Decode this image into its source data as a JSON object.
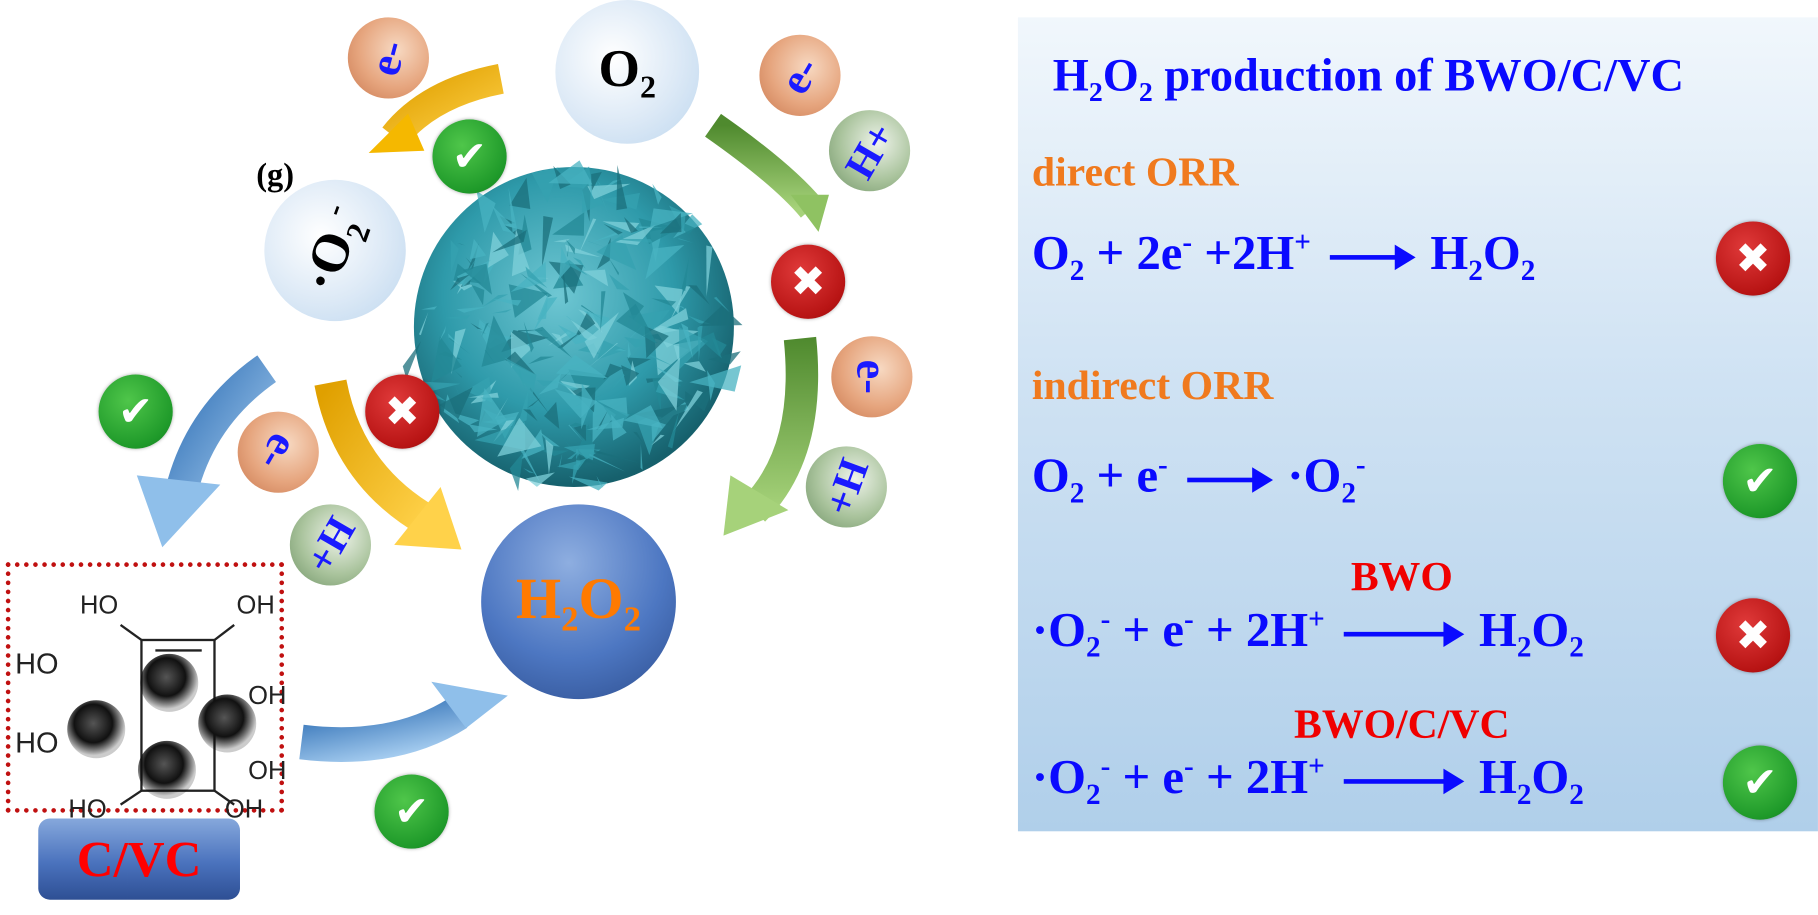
{
  "diagram": {
    "panel_label": "(g)",
    "o2_bubble": [
      [
        "O",
        ""
      ],
      [
        "2",
        "sub"
      ]
    ],
    "superoxide_bubble": [
      [
        "·O",
        ""
      ],
      [
        "2",
        "sub"
      ],
      [
        "-",
        "sup"
      ]
    ],
    "h2o2_bubble": [
      [
        "H",
        ""
      ],
      [
        "2",
        "sub"
      ],
      [
        "O",
        ""
      ],
      [
        "2",
        "sub"
      ]
    ],
    "electron_label": "e-",
    "proton_label": "H+",
    "cvc_label": "C/VC",
    "molecule_labels": [
      "HO",
      "OH",
      "HO",
      "OH",
      "HO",
      "OH",
      "HO",
      "OH"
    ],
    "colors": {
      "check": "#1f9a2a",
      "cross": "#b81414",
      "nanosphere": "#2e9aaa",
      "arrow_yellow": "#f5b800",
      "arrow_green": "#7ab648",
      "arrow_blue": "#4a8fd0"
    }
  },
  "panel": {
    "title": [
      [
        "H",
        ""
      ],
      [
        "2",
        "sub"
      ],
      [
        "O",
        ""
      ],
      [
        "2",
        "sub"
      ],
      [
        " production of BWO/C/VC",
        ""
      ]
    ],
    "direct_heading": "direct ORR",
    "indirect_heading": "indirect ORR",
    "equations": [
      {
        "left": [
          [
            "O",
            ""
          ],
          [
            "2",
            "sub"
          ],
          [
            " + 2e",
            ""
          ],
          [
            "-",
            "sup"
          ],
          [
            " +2H",
            ""
          ],
          [
            "+",
            "sup"
          ]
        ],
        "catalyst": "",
        "right": [
          [
            "H",
            ""
          ],
          [
            "2",
            "sub"
          ],
          [
            "O",
            ""
          ],
          [
            "2",
            "sub"
          ]
        ],
        "status": "cross"
      },
      {
        "left": [
          [
            "O",
            ""
          ],
          [
            "2",
            "sub"
          ],
          [
            " + e",
            ""
          ],
          [
            "-",
            "sup"
          ]
        ],
        "catalyst": "",
        "right": [
          [
            "·O",
            ""
          ],
          [
            "2",
            "sub"
          ],
          [
            "-",
            "sup"
          ]
        ],
        "status": "check"
      },
      {
        "left": [
          [
            "·O",
            ""
          ],
          [
            "2",
            "sub"
          ],
          [
            "-",
            "sup"
          ],
          [
            " + e",
            ""
          ],
          [
            "-",
            "sup"
          ],
          [
            " + 2H",
            ""
          ],
          [
            "+",
            "sup"
          ]
        ],
        "catalyst": "BWO",
        "right": [
          [
            "H",
            ""
          ],
          [
            "2",
            "sub"
          ],
          [
            "O",
            ""
          ],
          [
            "2",
            "sub"
          ]
        ],
        "status": "cross"
      },
      {
        "left": [
          [
            "·O",
            ""
          ],
          [
            "2",
            "sub"
          ],
          [
            "-",
            "sup"
          ],
          [
            " + e",
            ""
          ],
          [
            "-",
            "sup"
          ],
          [
            " + 2H",
            ""
          ],
          [
            "+",
            "sup"
          ]
        ],
        "catalyst": "BWO/C/VC",
        "right": [
          [
            "H",
            ""
          ],
          [
            "2",
            "sub"
          ],
          [
            "O",
            ""
          ],
          [
            "2",
            "sub"
          ]
        ],
        "status": "check"
      }
    ]
  }
}
